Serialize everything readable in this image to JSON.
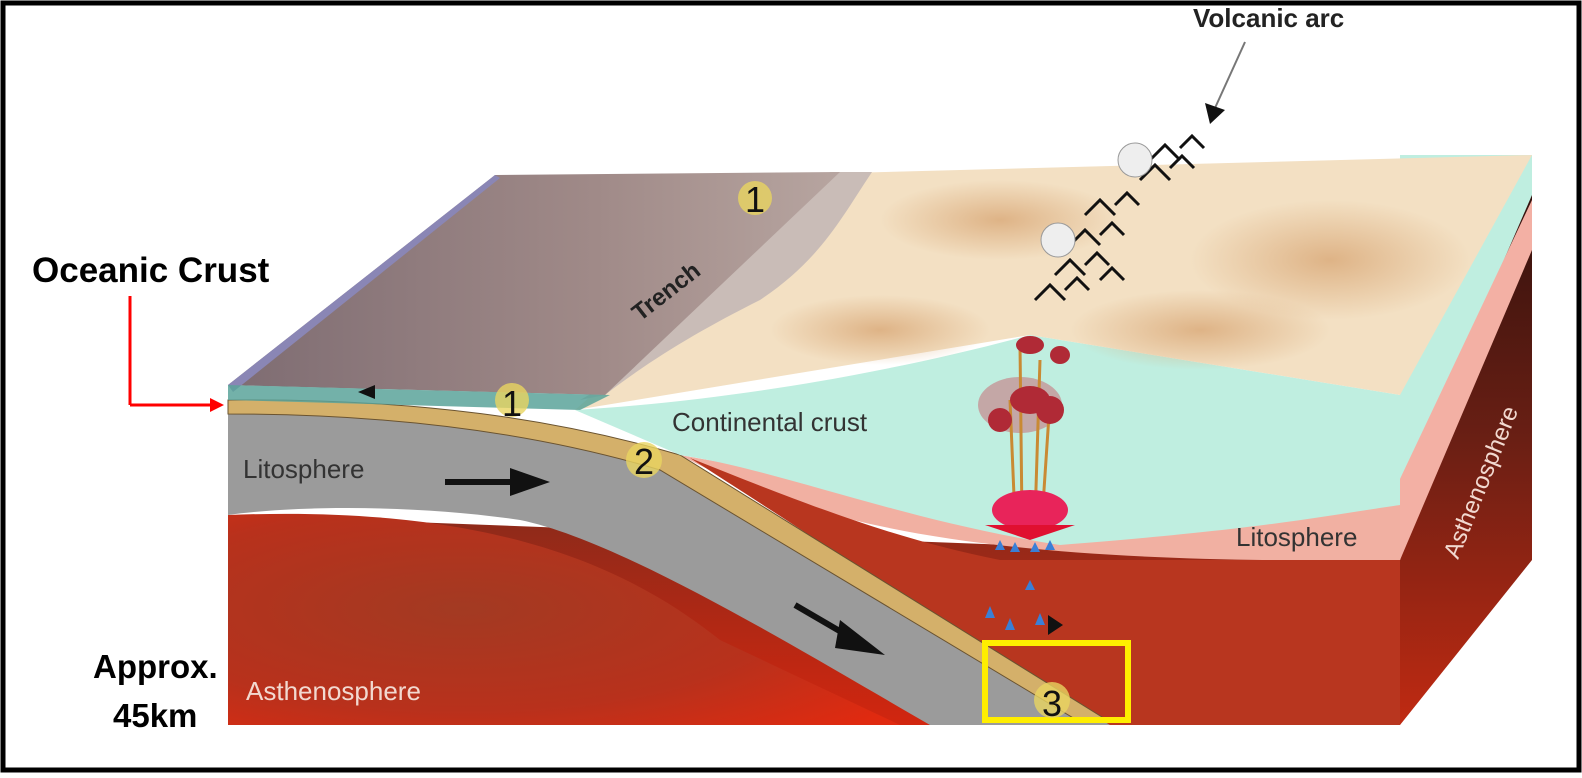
{
  "labels": {
    "volcanic_arc": "Volcanic arc",
    "oceanic_crust": "Oceanic Crust",
    "trench": "Trench",
    "continental_crust": "Continental crust",
    "lithosphere_left": "Litosphere",
    "lithosphere_right": "Litosphere",
    "asthenosphere_front": "Asthenosphere",
    "asthenosphere_side": "Asthenosphere",
    "depth_line1": "Approx.",
    "depth_line2": "45km"
  },
  "markers": {
    "m1_top": "1",
    "m1_edge": "1",
    "m2": "2",
    "m3": "3"
  },
  "colors": {
    "highlight_box": "#ffee00",
    "pointer_arrow": "#ff0000",
    "ocean": "#9c8784",
    "continent": "#f2dfc0",
    "continental_crust": "#bfeee0",
    "slab": "#9a9a9a",
    "asthenosphere": "#b0301a"
  }
}
